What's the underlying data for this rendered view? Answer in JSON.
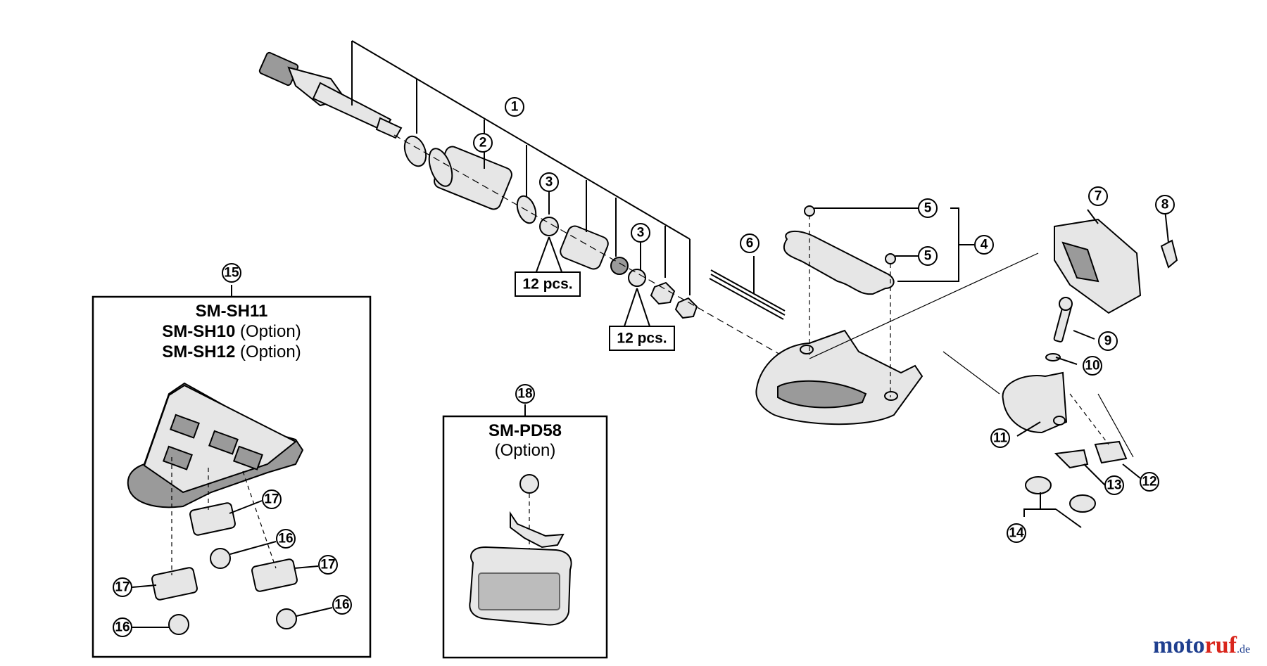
{
  "callouts": [
    "1",
    "2",
    "3",
    "3",
    "4",
    "5",
    "5",
    "6",
    "7",
    "8",
    "9",
    "10",
    "11",
    "12",
    "13",
    "14",
    "15",
    "16",
    "16",
    "16",
    "17",
    "17",
    "17",
    "18"
  ],
  "quantity_tags": [
    "12 pcs.",
    "12 pcs."
  ],
  "boxes": {
    "shoe_cleat": {
      "line1": "SM-SH11",
      "line2_model": "SM-SH10",
      "line2_note": " (Option)",
      "line3_model": "SM-SH12",
      "line3_note": " (Option)"
    },
    "reflector": {
      "model": "SM-PD58",
      "note": "(Option)"
    }
  },
  "watermark": {
    "brand_a": "moto",
    "brand_b": "ruf",
    "suffix": ".de",
    "color_a": "#1f3f8f",
    "color_b": "#d9261c"
  }
}
